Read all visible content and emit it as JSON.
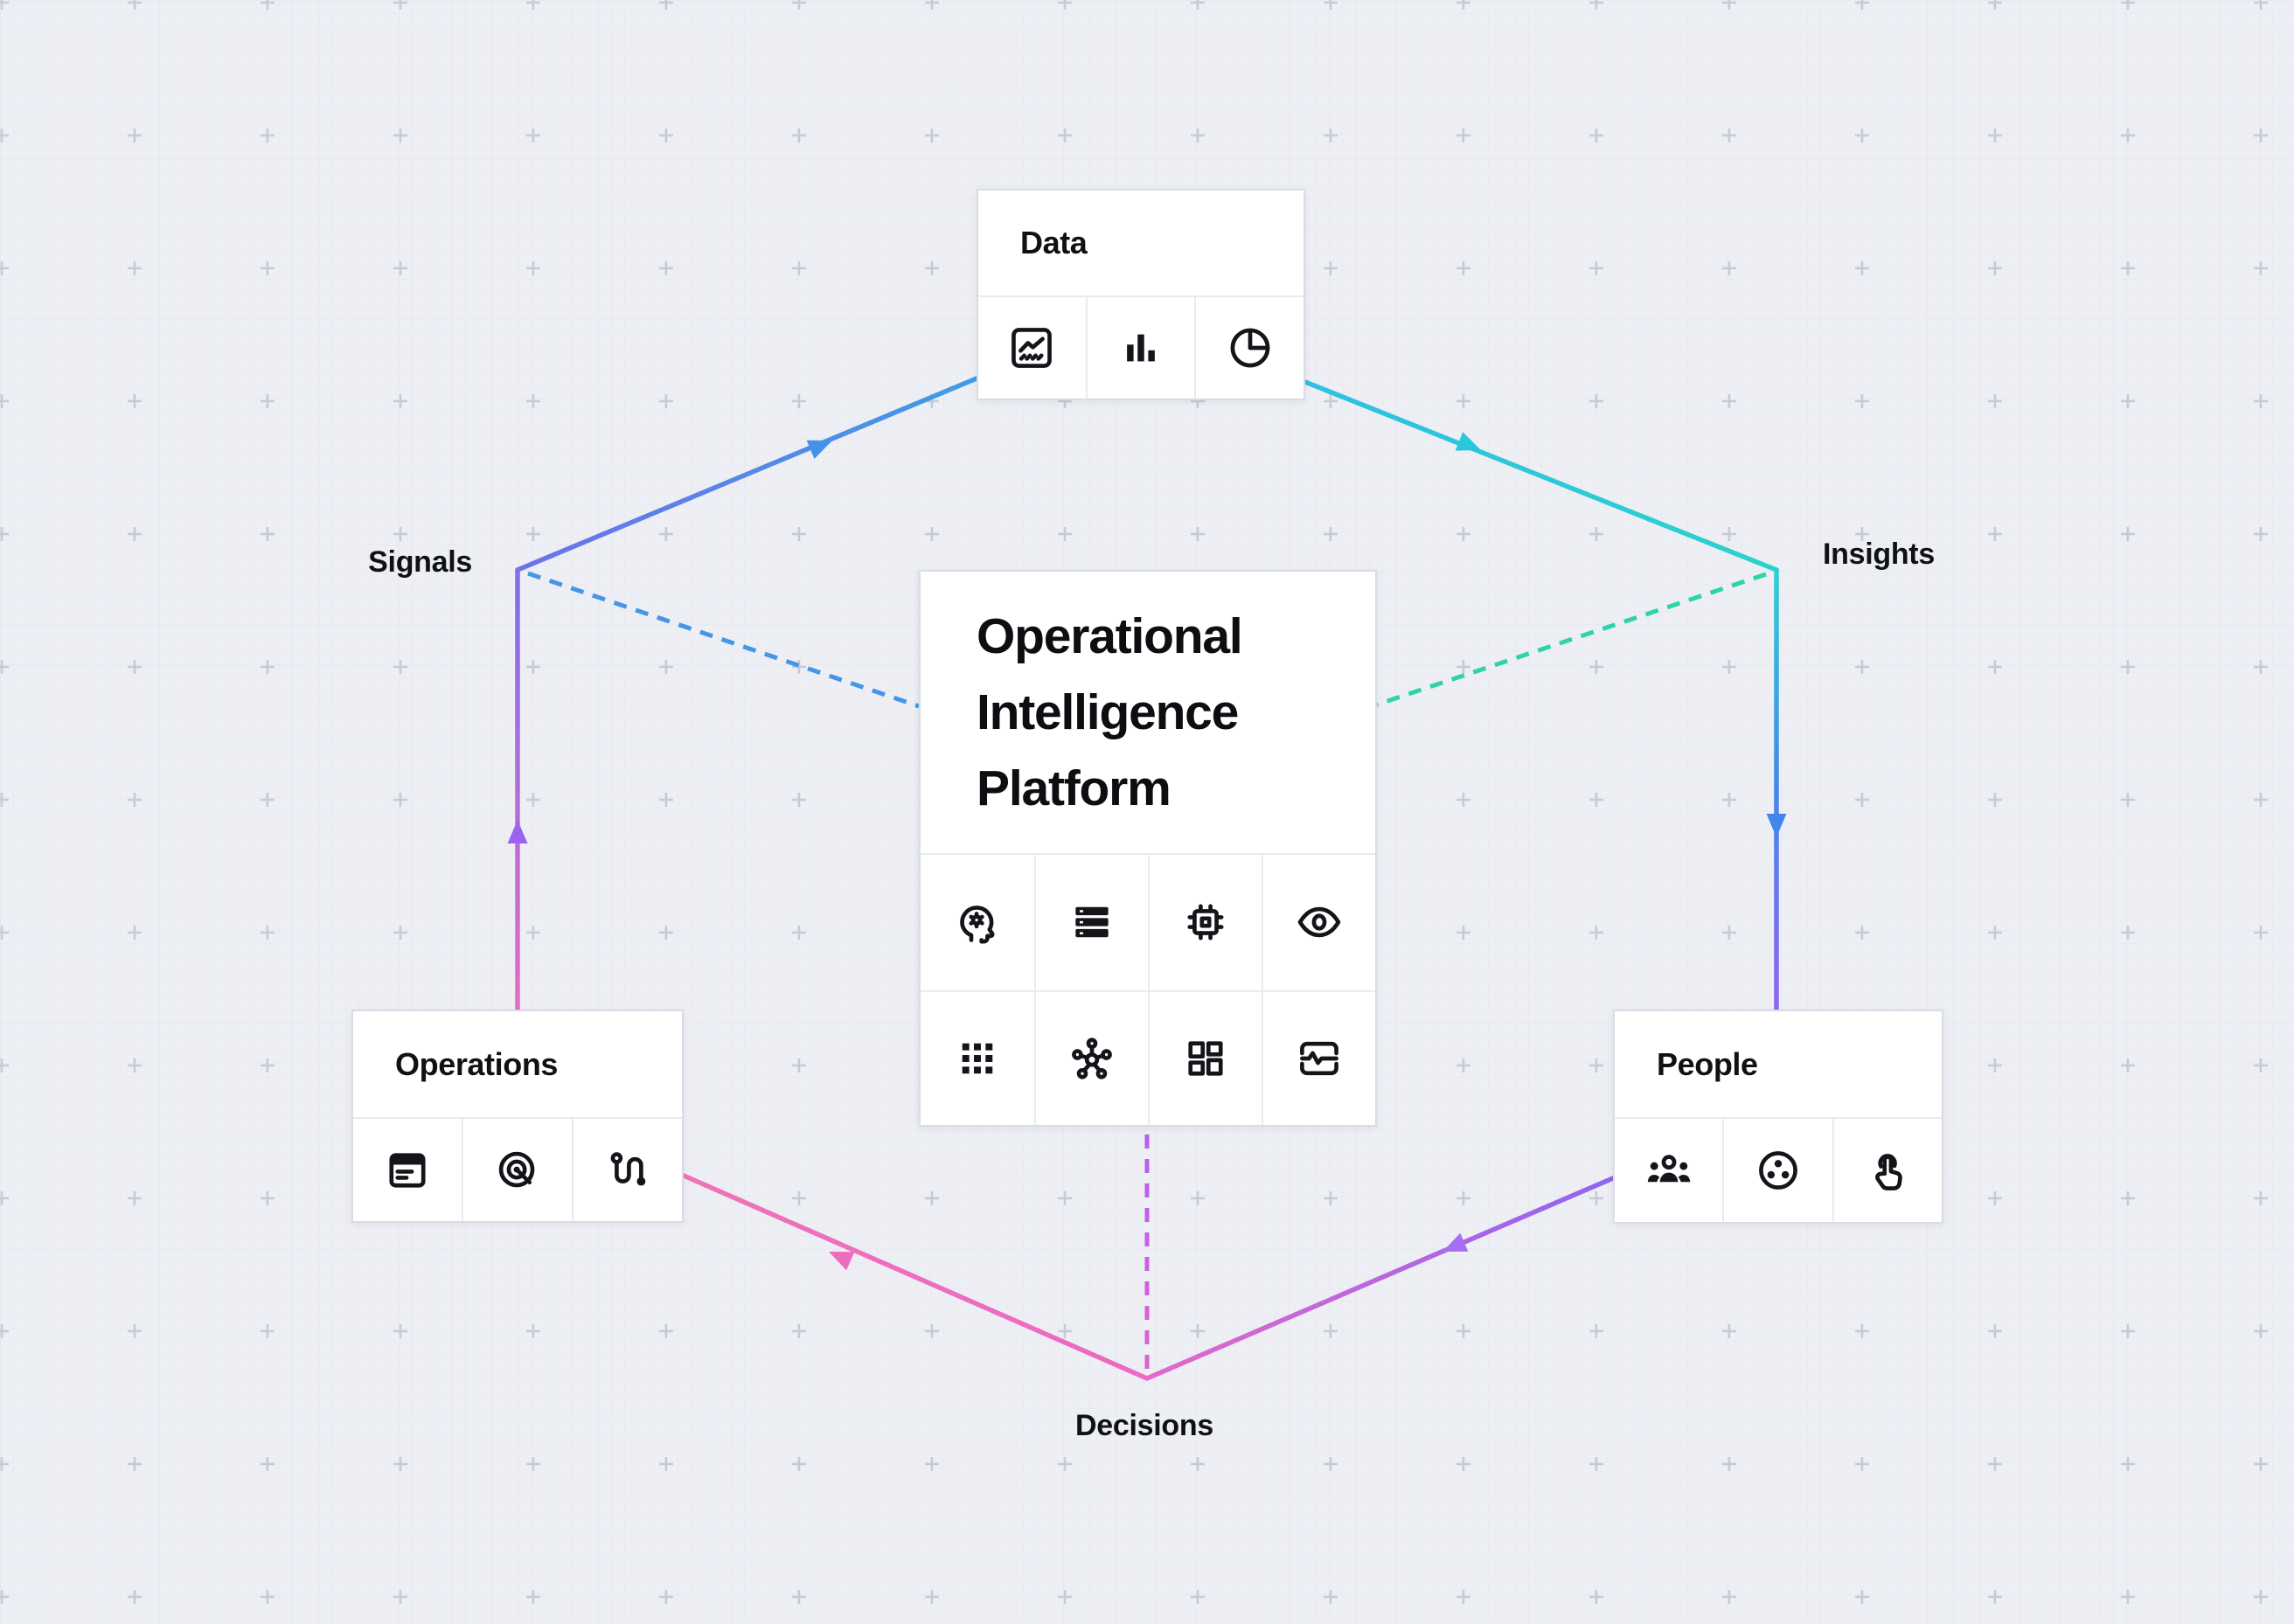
{
  "diagram": {
    "center": {
      "title": "Operational Intelligence Platform",
      "icons": [
        "ai-head-icon",
        "server-icon",
        "cpu-icon",
        "eye-icon",
        "grid-icon",
        "hub-network-icon",
        "dashboard-icon",
        "activity-icon"
      ]
    },
    "nodes": {
      "data": {
        "title": "Data",
        "icons": [
          "area-chart-icon",
          "bar-chart-icon",
          "pie-chart-icon"
        ]
      },
      "operations": {
        "title": "Operations",
        "icons": [
          "report-icon",
          "target-icon",
          "route-icon"
        ]
      },
      "people": {
        "title": "People",
        "icons": [
          "users-icon",
          "community-icon",
          "touch-icon"
        ]
      }
    },
    "labels": {
      "signals": "Signals",
      "insights": "Insights",
      "decisions": "Decisions"
    },
    "edges": [
      {
        "from": "Signals",
        "to": "Data",
        "style": "solid-arrow"
      },
      {
        "from": "Data",
        "to": "Insights",
        "style": "solid-arrow"
      },
      {
        "from": "Insights",
        "to": "People",
        "style": "solid-arrow"
      },
      {
        "from": "People",
        "to": "Decisions",
        "style": "solid-arrow"
      },
      {
        "from": "Decisions",
        "to": "Operations",
        "style": "solid-arrow"
      },
      {
        "from": "Operations",
        "to": "Signals",
        "style": "solid-arrow"
      },
      {
        "from": "Signals",
        "to": "center",
        "style": "dashed"
      },
      {
        "from": "Insights",
        "to": "center",
        "style": "dashed"
      },
      {
        "from": "center",
        "to": "Decisions",
        "style": "dashed"
      }
    ]
  },
  "colors": {
    "canvas_background": "#edeff4",
    "grid_line": "#e3e6ee",
    "grid_marker": "#c5cad6",
    "card_background": "#ffffff",
    "card_border": "#d8dce4",
    "cell_divider": "#e9ebf0",
    "ink": "#111318",
    "edge_signals_data_start": "#6d72e8",
    "edge_signals_data_end": "#3f9ce6",
    "edge_data_insights_start": "#30bfe4",
    "edge_data_insights_end": "#2bd2cd",
    "edge_insights_people_top": "#2dcfd4",
    "edge_insights_people_mid": "#4486ec",
    "edge_insights_people_bottom": "#8f66f2",
    "edge_people_decisions_start": "#9064f2",
    "edge_people_decisions_end": "#e368c9",
    "edge_decisions_operations_start": "#ec69c4",
    "edge_decisions_operations_end": "#ef72b8",
    "edge_operations_signals_bottom": "#e56cc8",
    "edge_operations_signals_top": "#7e6fe9",
    "dash_signals": "#4596e8",
    "dash_insights": "#2ed3ab",
    "dash_decisions_top": "#b35ef0",
    "dash_decisions_bottom": "#dc63d2",
    "arrow_signals_data": "#4392e8",
    "arrow_data_insights": "#2cc6dc",
    "arrow_insights_people": "#4186ec",
    "arrow_people_decisions": "#a76ef2",
    "arrow_decisions_operations": "#ed6cc0",
    "arrow_operations_signals": "#9a63f0"
  }
}
